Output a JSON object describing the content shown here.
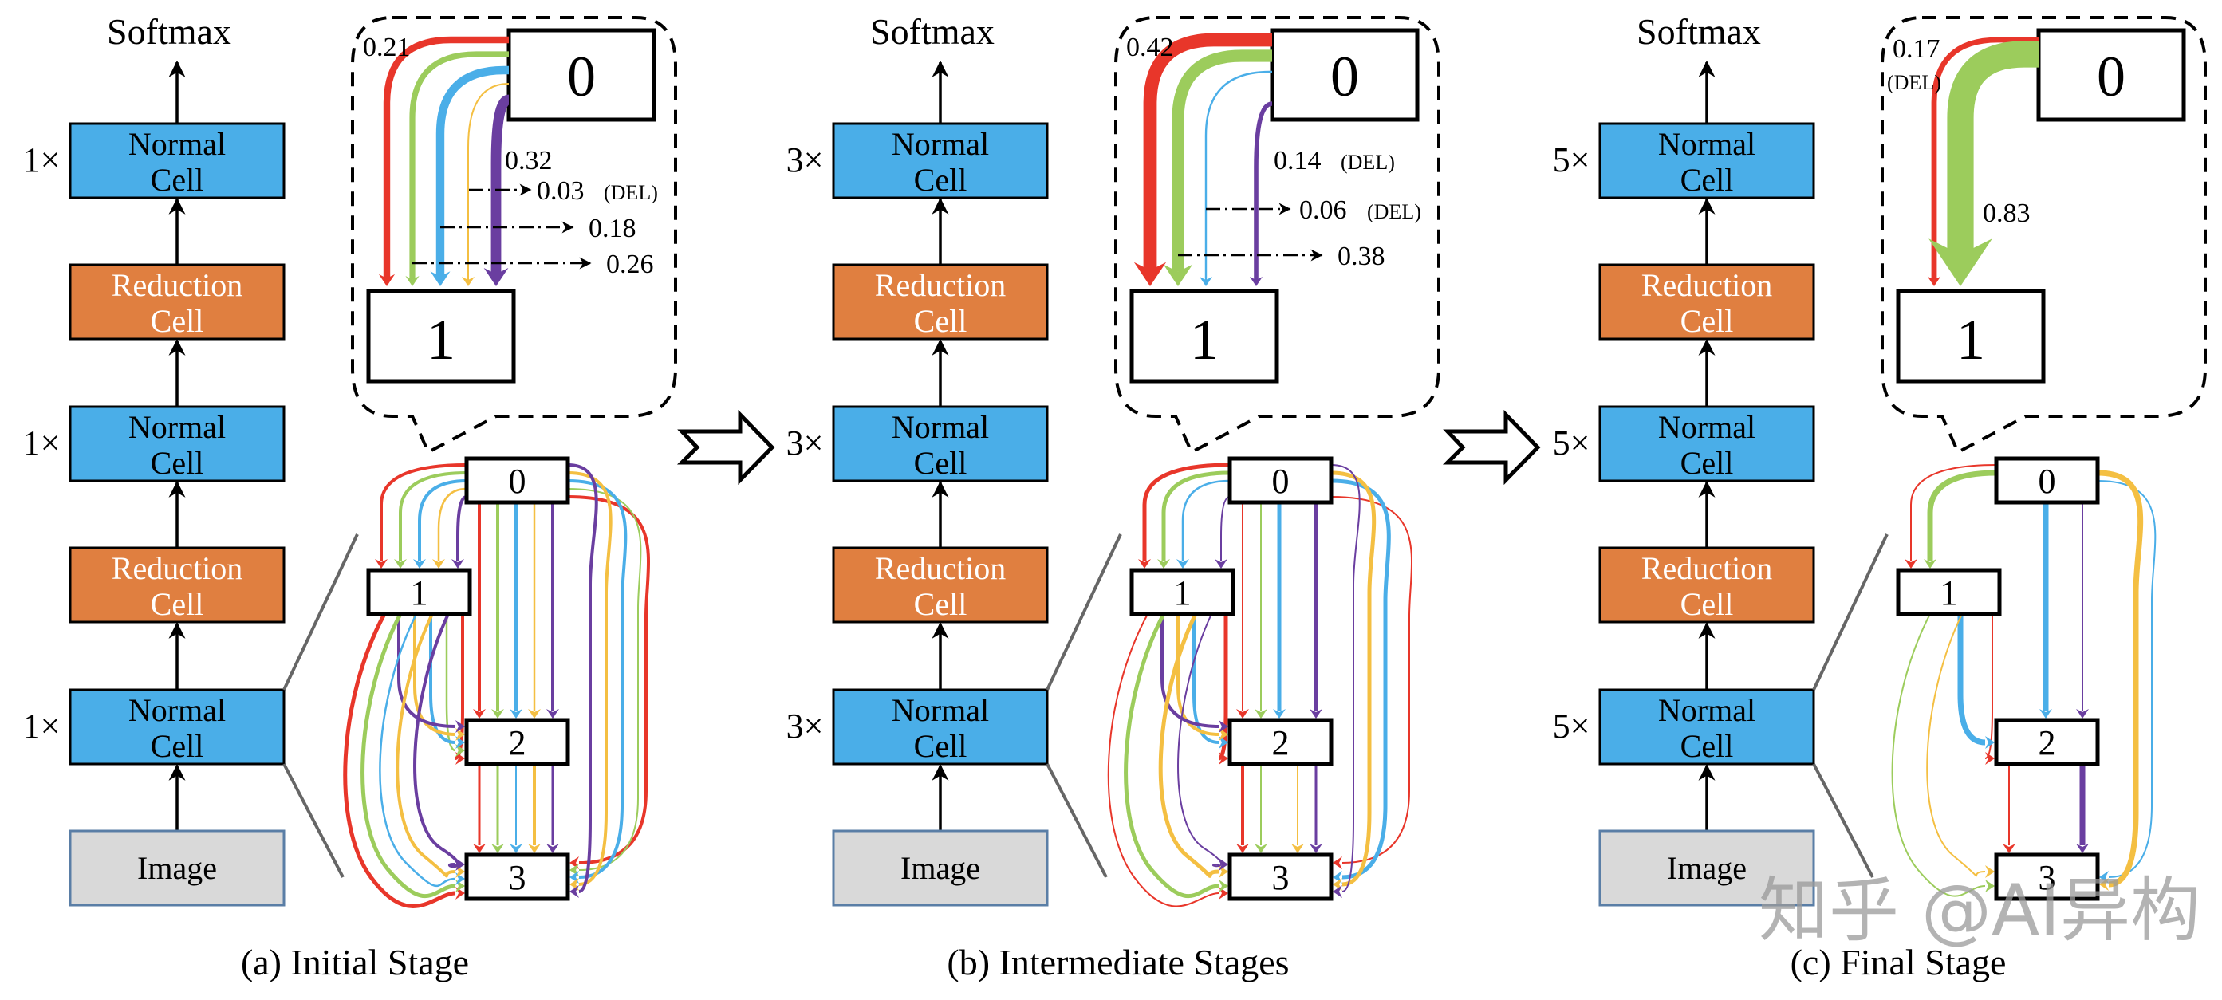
{
  "colors": {
    "normal_cell": "#4aaee8",
    "reduction_cell": "#e07f40",
    "image_box": "#d9d9d9",
    "image_border": "#5a7ea6",
    "op_red": "#e8362a",
    "op_green": "#9ccc5c",
    "op_blue": "#4aaee8",
    "op_yellow": "#f4bf42",
    "op_purple": "#6a3ea0"
  },
  "panels": [
    {
      "id": "a",
      "caption": "(a) Initial Stage",
      "softmax": "Softmax",
      "stack": [
        {
          "type": "normal",
          "label1": "Normal",
          "label2": "Cell",
          "multiplier": "1×"
        },
        {
          "type": "reduction",
          "label1": "Reduction",
          "label2": "Cell"
        },
        {
          "type": "normal",
          "label1": "Normal",
          "label2": "Cell",
          "multiplier": "1×"
        },
        {
          "type": "reduction",
          "label1": "Reduction",
          "label2": "Cell"
        },
        {
          "type": "normal",
          "label1": "Normal",
          "label2": "Cell",
          "multiplier": "1×"
        },
        {
          "type": "image",
          "label1": "Image"
        }
      ],
      "zoom": {
        "node_from": "0",
        "node_to": "1",
        "edges": [
          {
            "color": "op_red",
            "weight": 0.21,
            "label": "0.21",
            "deleted": false
          },
          {
            "color": "op_green",
            "weight": 0.18,
            "label": "0.18",
            "deleted": false
          },
          {
            "color": "op_blue",
            "weight": 0.26,
            "label": "0.26",
            "deleted": false
          },
          {
            "color": "op_yellow",
            "weight": 0.03,
            "label": "0.03",
            "deleted": true
          },
          {
            "color": "op_purple",
            "weight": 0.32,
            "label": "0.32",
            "deleted": false
          }
        ],
        "del_tag": "(DEL)"
      },
      "dag_nodes": [
        "0",
        "1",
        "2",
        "3"
      ]
    },
    {
      "id": "b",
      "caption": "(b) Intermediate Stages",
      "softmax": "Softmax",
      "stack": [
        {
          "type": "normal",
          "label1": "Normal",
          "label2": "Cell",
          "multiplier": "3×"
        },
        {
          "type": "reduction",
          "label1": "Reduction",
          "label2": "Cell"
        },
        {
          "type": "normal",
          "label1": "Normal",
          "label2": "Cell",
          "multiplier": "3×"
        },
        {
          "type": "reduction",
          "label1": "Reduction",
          "label2": "Cell"
        },
        {
          "type": "normal",
          "label1": "Normal",
          "label2": "Cell",
          "multiplier": "3×"
        },
        {
          "type": "image",
          "label1": "Image"
        }
      ],
      "zoom": {
        "node_from": "0",
        "node_to": "1",
        "edges": [
          {
            "color": "op_red",
            "weight": 0.42,
            "label": "0.42",
            "deleted": false
          },
          {
            "color": "op_green",
            "weight": 0.38,
            "label": "0.38",
            "deleted": false
          },
          {
            "color": "op_blue",
            "weight": 0.06,
            "label": "0.06",
            "deleted": true
          },
          {
            "color": "op_purple",
            "weight": 0.14,
            "label": "0.14",
            "deleted": true
          }
        ],
        "del_tag": "(DEL)"
      },
      "dag_nodes": [
        "0",
        "1",
        "2",
        "3"
      ]
    },
    {
      "id": "c",
      "caption": "(c) Final Stage",
      "softmax": "Softmax",
      "stack": [
        {
          "type": "normal",
          "label1": "Normal",
          "label2": "Cell",
          "multiplier": "5×"
        },
        {
          "type": "reduction",
          "label1": "Reduction",
          "label2": "Cell"
        },
        {
          "type": "normal",
          "label1": "Normal",
          "label2": "Cell",
          "multiplier": "5×"
        },
        {
          "type": "reduction",
          "label1": "Reduction",
          "label2": "Cell"
        },
        {
          "type": "normal",
          "label1": "Normal",
          "label2": "Cell",
          "multiplier": "5×"
        },
        {
          "type": "image",
          "label1": "Image"
        }
      ],
      "zoom": {
        "node_from": "0",
        "node_to": "1",
        "edges": [
          {
            "color": "op_red",
            "weight": 0.17,
            "label": "0.17",
            "deleted": true
          },
          {
            "color": "op_green",
            "weight": 0.83,
            "label": "0.83",
            "deleted": false
          }
        ],
        "del_tag": "(DEL)"
      },
      "dag_nodes": [
        "0",
        "1",
        "2",
        "3"
      ]
    }
  ],
  "watermark": "知乎 @AI异构"
}
